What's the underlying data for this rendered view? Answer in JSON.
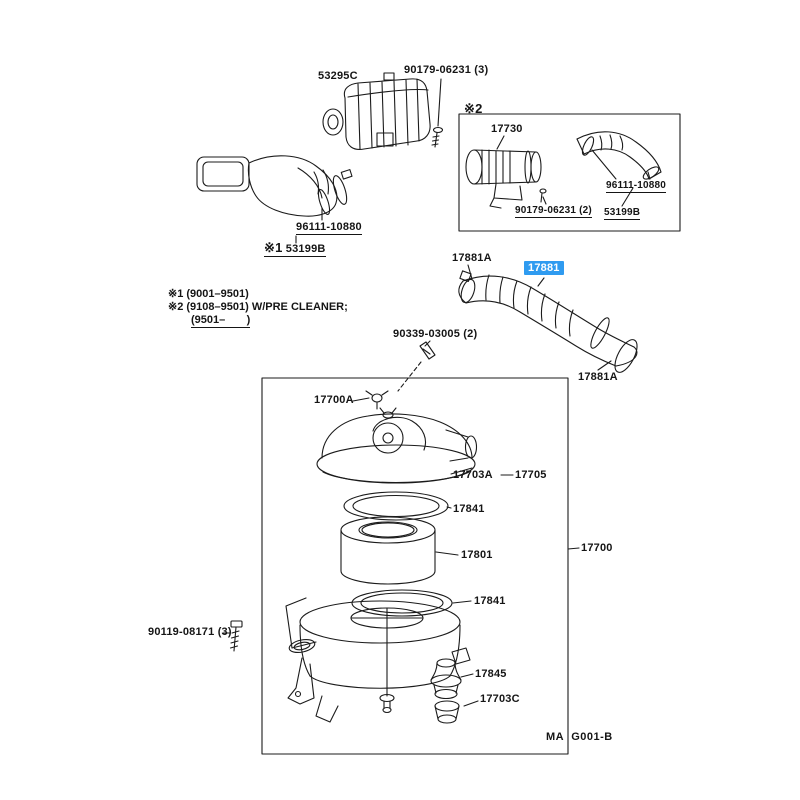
{
  "diagram": {
    "footer_code": "MA  G001-B",
    "highlight_color": "#2f9bf0",
    "selected_part": "17881",
    "section_markers": {
      "s1": "※1",
      "s2": "※2"
    },
    "notes": {
      "line1": "※1 (9001–9501)",
      "line2": "※2 (9108–9501) W/PRE  CLEANER;",
      "line3": "(9501–       )"
    },
    "parts": {
      "p53295c": "53295C",
      "b90179_top": "90179-06231 (3)",
      "p17730": "17730",
      "p96111_box": "96111-10880",
      "b90179_box": "90179-06231 (2)",
      "p53199b_box": "53199B",
      "p96111_left": "96111-10880",
      "p53199b_left": "53199B",
      "p17881a_top": "17881A",
      "p17881": "17881",
      "b90339": "90339-03005 (2)",
      "p17881a_right": "17881A",
      "p17700a": "17700A",
      "p17703a": "17703A",
      "p17705": "17705",
      "p17841_upper": "17841",
      "p17801": "17801",
      "p17700": "17700",
      "p17841_lower": "17841",
      "b90119": "90119-08171 (3)",
      "p17845": "17845",
      "p17703c": "17703C"
    }
  }
}
